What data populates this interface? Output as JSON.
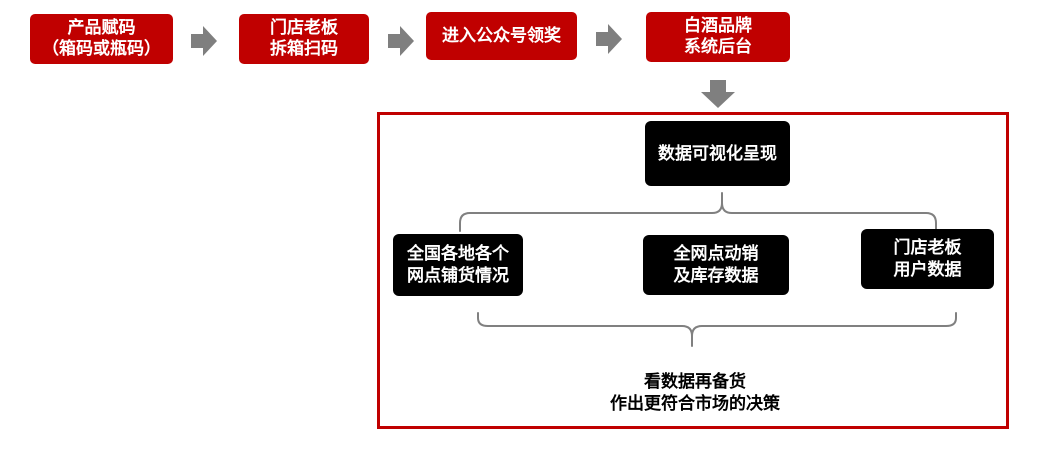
{
  "flow": {
    "steps": [
      {
        "line1": "产品赋码",
        "line2": "（箱码或瓶码）"
      },
      {
        "line1": "门店老板",
        "line2": "拆箱扫码"
      },
      {
        "line1": "进入公众号领奖",
        "line2": ""
      },
      {
        "line1": "白酒品牌",
        "line2": "系统后台"
      }
    ]
  },
  "panel": {
    "top_node": "数据可视化呈现",
    "children": [
      {
        "line1": "全国各地各个",
        "line2": "网点铺货情况"
      },
      {
        "line1": "全网点动销",
        "line2": "及库存数据"
      },
      {
        "line1": "门店老板",
        "line2": "用户数据"
      }
    ],
    "conclusion": {
      "line1": "看数据再备货",
      "line2": "作出更符合市场的决策"
    }
  },
  "colors": {
    "accent_red": "#c00000",
    "node_black": "#000000",
    "arrow_gray": "#7f7f7f",
    "bracket_gray": "#808080"
  }
}
